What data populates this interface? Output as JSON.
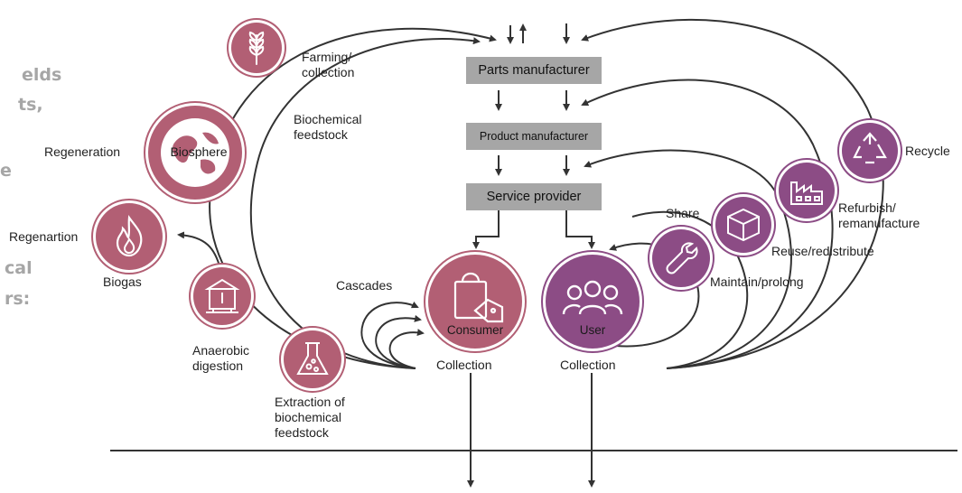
{
  "side_text": [
    "elds",
    "ts,",
    "e",
    "cal",
    "rs:"
  ],
  "boxes": {
    "parts": "Parts manufacturer",
    "product": "Product manufacturer",
    "service": "Service provider"
  },
  "labels": {
    "farming": "Farming/\ncollection",
    "biochemical_feedstock": "Biochemical\nfeedstock",
    "regeneration": "Regeneration",
    "biosphere": "Biosphere",
    "regenartion": "Regenartion",
    "biogas": "Biogas",
    "cascades": "Cascades",
    "anaerobic": "Anaerobic\ndigestion",
    "extraction": "Extraction of\nbiochemical\nfeedstock",
    "consumer": "Consumer",
    "user": "User",
    "collection_left": "Collection",
    "collection_right": "Collection",
    "share": "Share",
    "maintain": "Maintain/prolong",
    "reuse": "Reuse/redistribute",
    "refurbish": "Refurbish/\nremanufacture",
    "recycle": "Recycle"
  },
  "icons": [
    "wheat-icon",
    "globe-icon",
    "flame-icon",
    "digester-icon",
    "flask-icon",
    "shopping-bag-icon",
    "users-icon",
    "wrench-icon",
    "box-icon",
    "factory-icon",
    "recycle-icon"
  ],
  "colors": {
    "biological": "#b25f74",
    "technical": "#8c4c85",
    "box": "#a6a6a6",
    "arrow": "#333333"
  }
}
